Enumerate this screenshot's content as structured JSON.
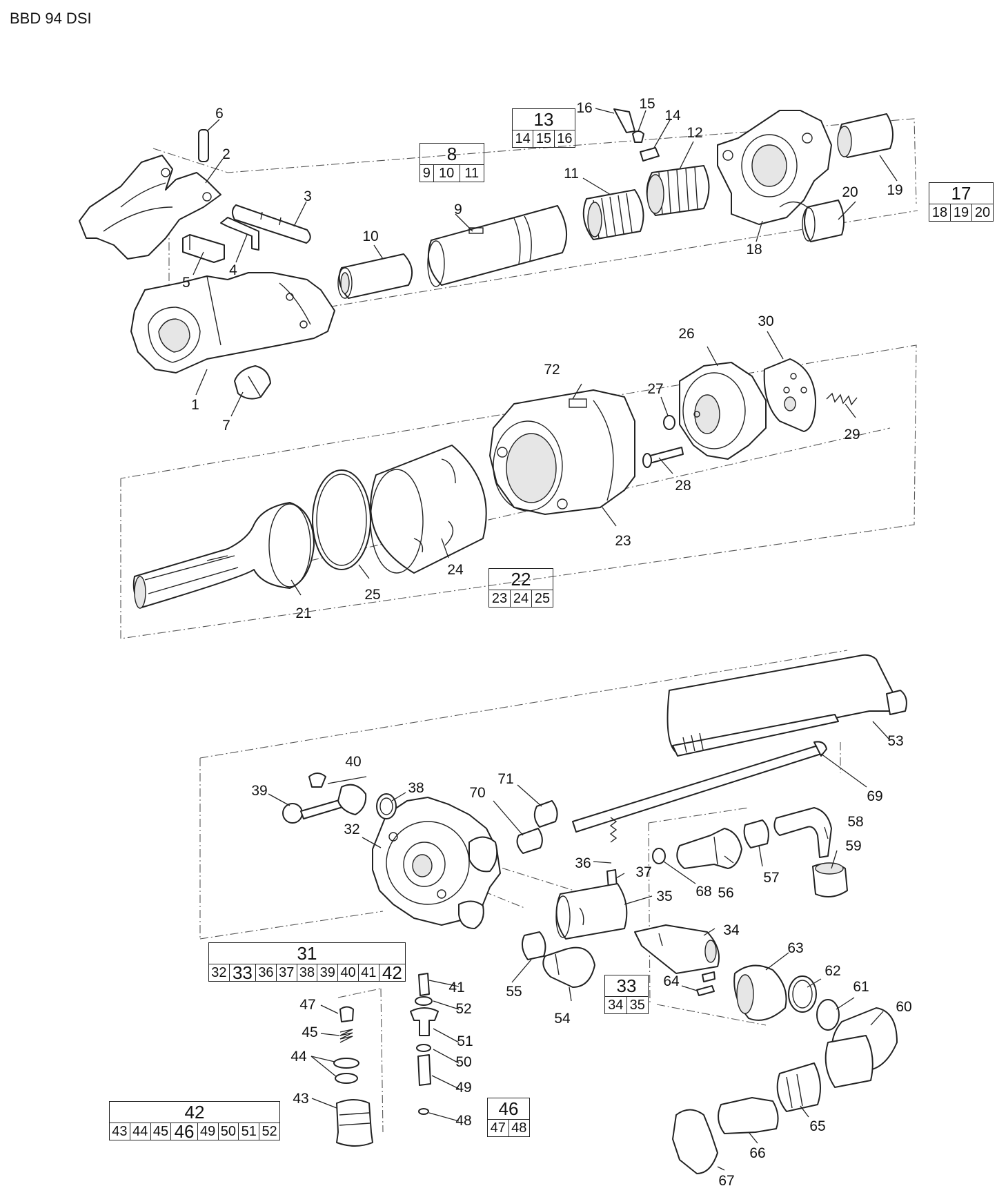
{
  "title": "BBD 94 DSI",
  "callouts": [
    "1",
    "2",
    "3",
    "4",
    "5",
    "6",
    "7",
    "8",
    "9",
    "10",
    "11",
    "12",
    "13",
    "14",
    "15",
    "16",
    "17",
    "18",
    "19",
    "20",
    "21",
    "22",
    "23",
    "24",
    "25",
    "26",
    "27",
    "28",
    "29",
    "30",
    "31",
    "32",
    "33",
    "34",
    "35",
    "36",
    "37",
    "38",
    "39",
    "40",
    "41",
    "42",
    "43",
    "44",
    "45",
    "46",
    "47",
    "48",
    "49",
    "50",
    "51",
    "52",
    "53",
    "54",
    "55",
    "56",
    "57",
    "58",
    "59",
    "60",
    "61",
    "62",
    "63",
    "64",
    "65",
    "66",
    "67",
    "68",
    "69",
    "70",
    "71",
    "72"
  ],
  "kits": [
    {
      "id": "8",
      "items": [
        "9",
        "10",
        "11"
      ]
    },
    {
      "id": "13",
      "items": [
        "14",
        "15",
        "16"
      ]
    },
    {
      "id": "17",
      "items": [
        "18",
        "19",
        "20"
      ]
    },
    {
      "id": "22",
      "items": [
        "23",
        "24",
        "25"
      ]
    },
    {
      "id": "31",
      "items": [
        "32",
        "33",
        "36",
        "37",
        "38",
        "39",
        "40",
        "41",
        "42"
      ]
    },
    {
      "id": "33",
      "items": [
        "34",
        "35"
      ]
    },
    {
      "id": "42",
      "items": [
        "43",
        "44",
        "45",
        "46",
        "49",
        "50",
        "51",
        "52"
      ]
    },
    {
      "id": "46",
      "items": [
        "47",
        "48"
      ]
    }
  ]
}
